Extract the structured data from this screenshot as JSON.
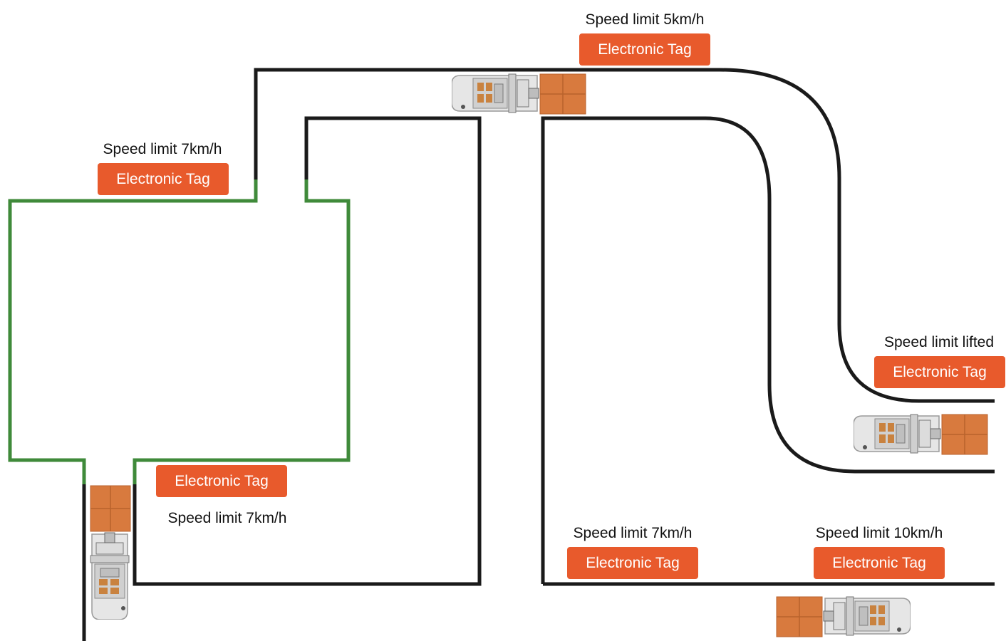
{
  "colors": {
    "tag_background": "#e85a2c",
    "tag_text": "#ffffff",
    "path_default": "#1a1a1a",
    "path_restricted_zone": "#3f8a3a",
    "load": "#d87a3e"
  },
  "zones": [
    {
      "id": "top",
      "speed_label": "Speed limit 5km/h",
      "tag_label": "Electronic Tag"
    },
    {
      "id": "left-entry",
      "speed_label": "Speed limit 7km/h",
      "tag_label": "Electronic Tag"
    },
    {
      "id": "right-exit",
      "speed_label": "Speed limit lifted",
      "tag_label": "Electronic Tag"
    },
    {
      "id": "bottom-left-exit",
      "speed_label": "Speed limit 7km/h",
      "tag_label": "Electronic Tag"
    },
    {
      "id": "bottom-mid",
      "speed_label": "Speed limit 7km/h",
      "tag_label": "Electronic Tag"
    },
    {
      "id": "bottom-right",
      "speed_label": "Speed limit 10km/h",
      "tag_label": "Electronic Tag"
    }
  ],
  "vehicles": [
    {
      "id": "top",
      "icon": "forklift-agv-icon",
      "heading": "right"
    },
    {
      "id": "right",
      "icon": "forklift-agv-icon",
      "heading": "right"
    },
    {
      "id": "left",
      "icon": "forklift-agv-icon",
      "heading": "up"
    },
    {
      "id": "bottom",
      "icon": "forklift-agv-icon",
      "heading": "left"
    }
  ]
}
